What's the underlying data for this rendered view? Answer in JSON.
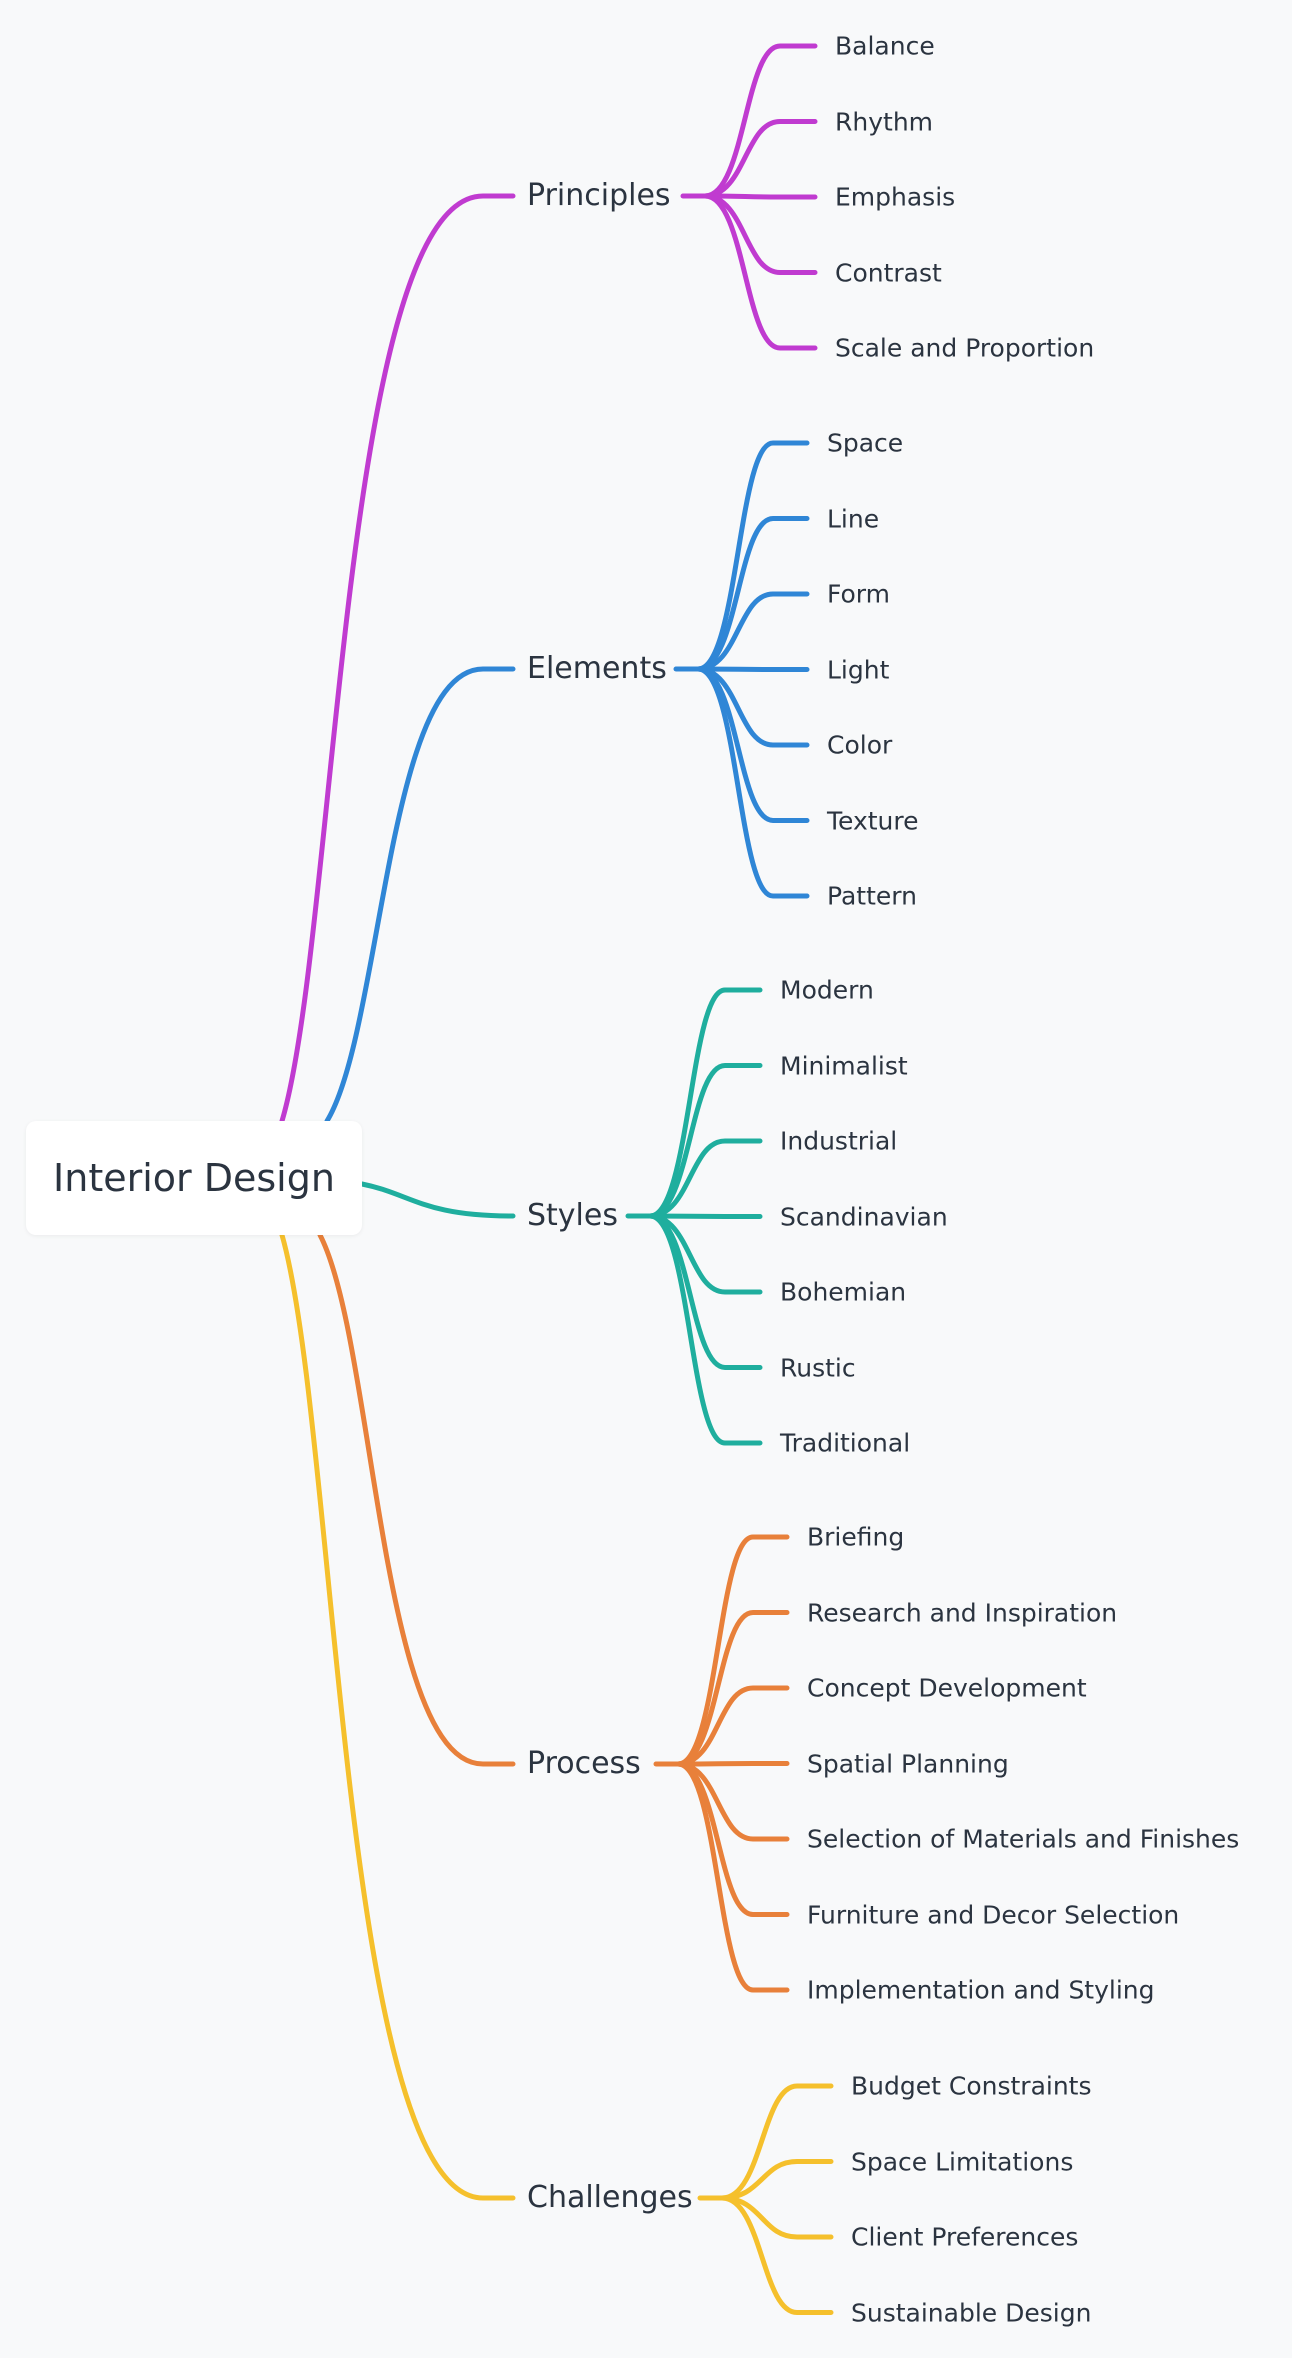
{
  "root": {
    "label": "Interior Design"
  },
  "branches": [
    {
      "label": "Principles",
      "color": "#c03bd0",
      "icon": "none",
      "children": [
        "Balance",
        "Rhythm",
        "Emphasis",
        "Contrast",
        "Scale and Proportion"
      ]
    },
    {
      "label": "Elements",
      "color": "#2f86d6",
      "children": [
        "Space",
        "Line",
        "Form",
        "Light",
        "Color",
        "Texture",
        "Pattern"
      ]
    },
    {
      "label": "Styles",
      "color": "#1fae9e",
      "children": [
        "Modern",
        "Minimalist",
        "Industrial",
        "Scandinavian",
        "Bohemian",
        "Rustic",
        "Traditional"
      ]
    },
    {
      "label": "Process",
      "color": "#e8803a",
      "children": [
        "Briefing",
        "Research and Inspiration",
        "Concept Development",
        "Spatial Planning",
        "Selection of Materials and Finishes",
        "Furniture and Decor Selection",
        "Implementation and Styling"
      ]
    },
    {
      "label": "Challenges",
      "color": "#f5c02c",
      "children": [
        "Budget Constraints",
        "Space Limitations",
        "Client Preferences",
        "Sustainable Design"
      ]
    }
  ]
}
